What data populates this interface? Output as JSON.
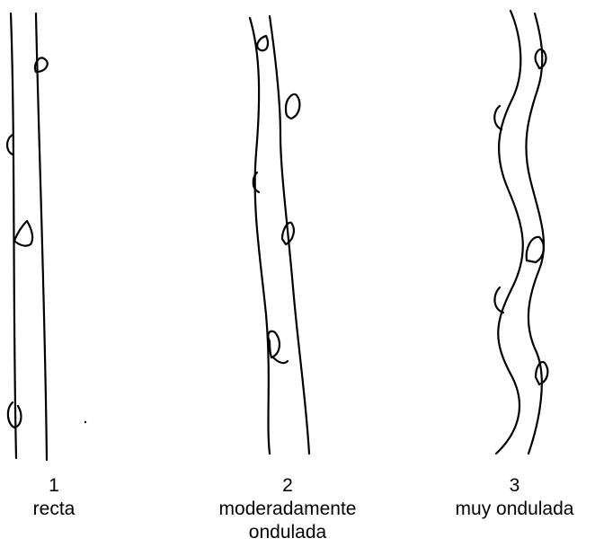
{
  "shoots": [
    {
      "number": "1",
      "label_lines": [
        "recta"
      ]
    },
    {
      "number": "2",
      "label_lines": [
        "moderadamente",
        "ondulada"
      ]
    },
    {
      "number": "3",
      "label_lines": [
        "muy ondulada"
      ]
    }
  ],
  "colors": {
    "stroke": "#000000",
    "background": "#ffffff"
  }
}
